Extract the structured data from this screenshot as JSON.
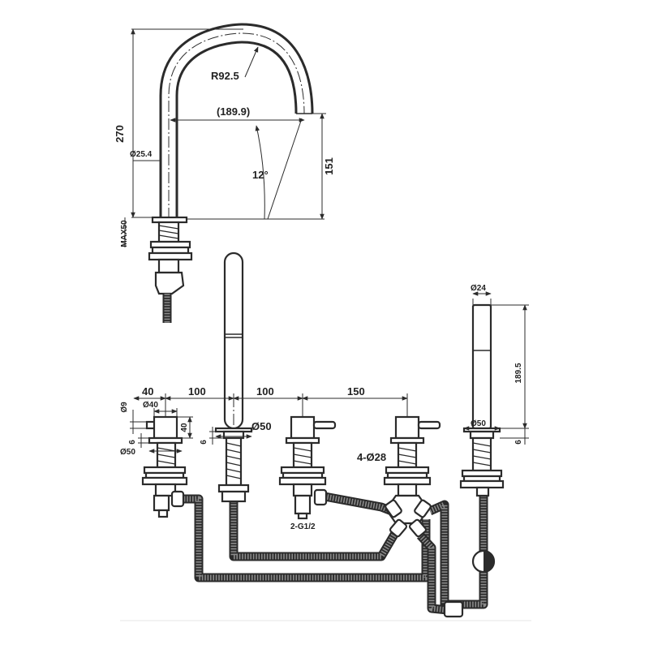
{
  "spout": {
    "height_label": "270",
    "radius_label": "R92.5",
    "reach_label": "(189.9)",
    "angle_label": "12°",
    "outlet_height_label": "151",
    "tube_dia_label": "Ø25.4",
    "max_deck_label": "MAX50"
  },
  "layout": {
    "offset_left_label": "40",
    "spacing_1_label": "100",
    "spacing_2_label": "100",
    "spacing_3_label": "150"
  },
  "valve": {
    "handle_dia_label": "Ø9",
    "body_dia_label": "Ø40",
    "body_height_label": "40",
    "flange_height_label": "6",
    "flange_dia_label": "Ø50"
  },
  "center_spout": {
    "flange_height_label": "6",
    "flange_dia_label": "Ø50"
  },
  "diverter": {
    "hole_label": "4-Ø28",
    "thread_label": "2-G1/2"
  },
  "handshower": {
    "dia_label": "Ø24",
    "length_label": "189.5",
    "flange_dia_label": "Ø50",
    "flange_height_label": "6"
  }
}
